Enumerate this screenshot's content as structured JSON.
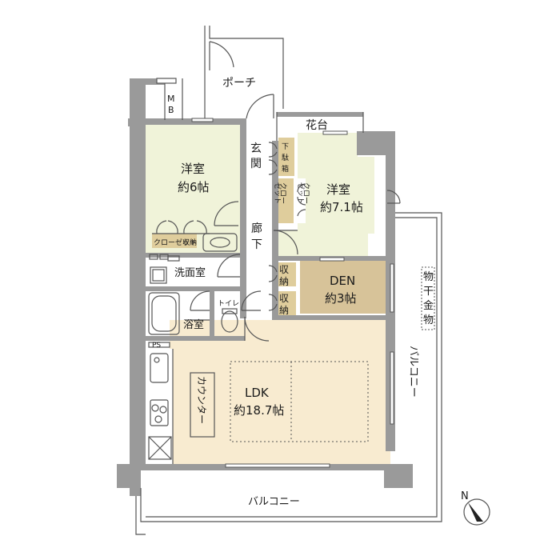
{
  "plan": {
    "rooms": {
      "porch": "ポーチ",
      "mb_top": "M",
      "mb_bottom": "B",
      "flowerbed": "花台",
      "entrance_1": "玄",
      "entrance_2": "関",
      "shoe_box_1": "下",
      "shoe_box_2": "駄",
      "shoe_box_3": "箱",
      "bedroom1_name": "洋室",
      "bedroom1_size": "約6帖",
      "bedroom2_name": "洋室",
      "bedroom2_size": "約7.1帖",
      "closet_left_1": "クロー",
      "closet_left_2": "ゼット",
      "closet_right_1": "クロー",
      "closet_right_2": "ゼット",
      "hall_1": "廊",
      "hall_2": "下",
      "closet_storage_1": "クローゼット",
      "closet_storage_2": "収納",
      "washroom": "洗面室",
      "storage1_1": "収",
      "storage1_2": "納",
      "storage2_1": "収",
      "storage2_2": "納",
      "den_name": "DEN",
      "den_size": "約3帖",
      "bath": "浴室",
      "toilet": "トイレ",
      "ps": "PS",
      "counter": "カウンター",
      "ldk_name": "LDK",
      "ldk_size": "約18.7帖",
      "balcony_side": "バルコニー",
      "balcony_bottom": "バルコニー",
      "drying_rack_1": "物",
      "drying_rack_2": "干",
      "drying_rack_3": "金",
      "drying_rack_4": "物",
      "compass": "N"
    },
    "colors": {
      "wall": "#9a9a9a",
      "bedroom_fill": "#f0f3d9",
      "ldk_fill": "#f8ebd0",
      "den_fill": "#d7c399",
      "storage_fill": "#dfcd9c",
      "wet_fill": "#ffffff"
    }
  }
}
